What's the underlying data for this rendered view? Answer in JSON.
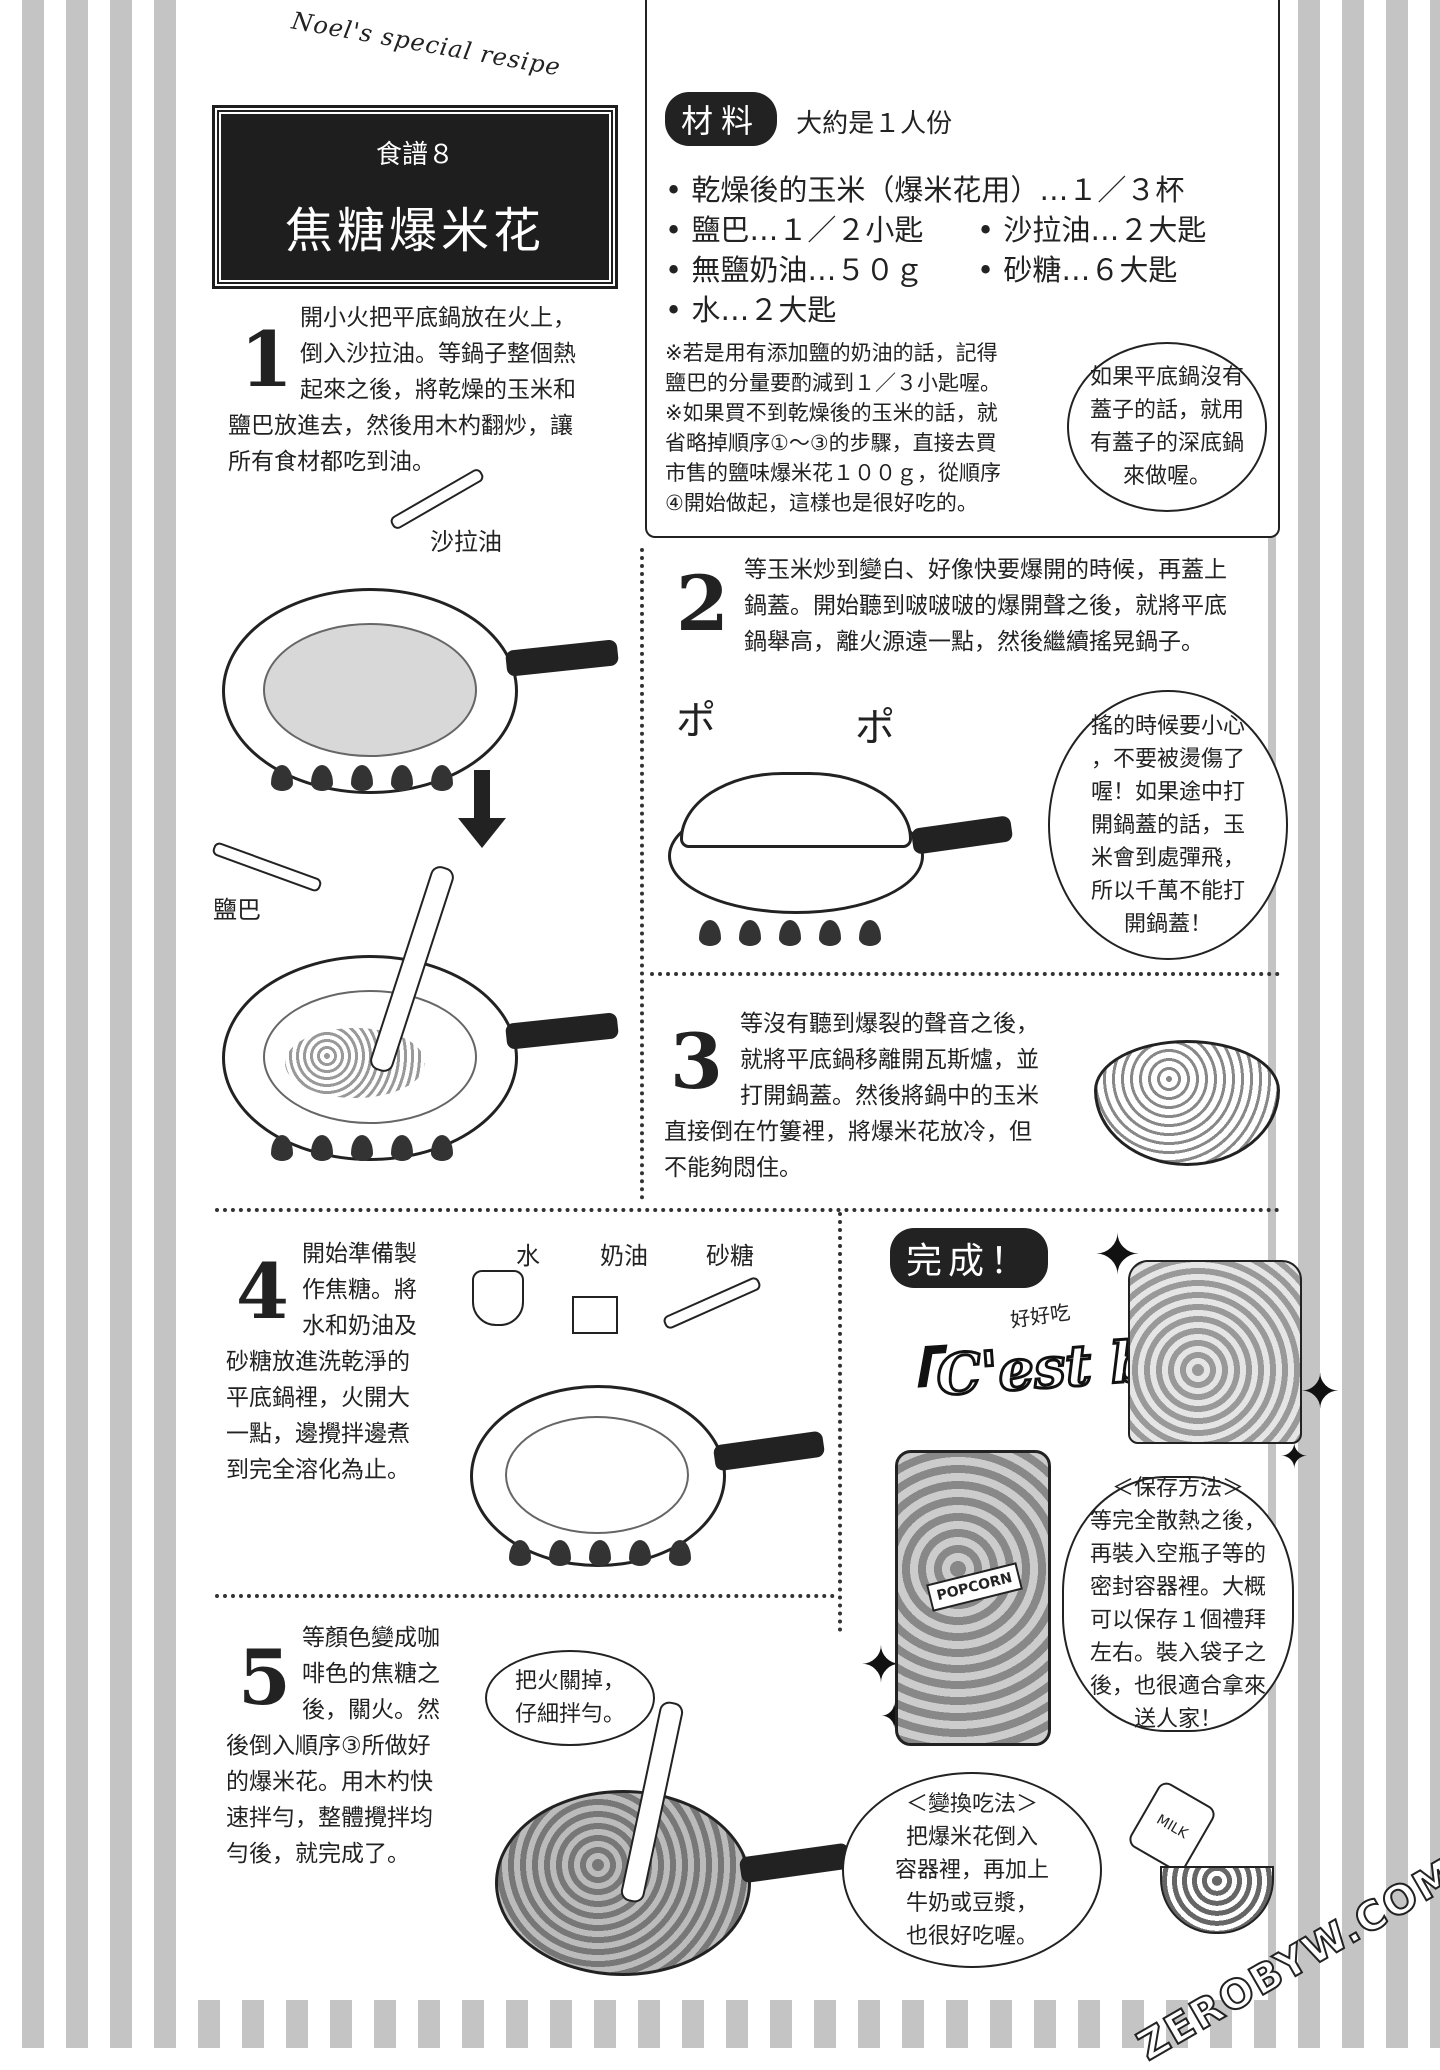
{
  "header": {
    "ribbon": "Noel's special resipe",
    "recipe_no": "食譜８",
    "title": "焦糖爆米花"
  },
  "ingredients": {
    "badge": "材料",
    "servings": "大約是１人份",
    "lines": [
      "• 乾燥後的玉米（爆米花用）…１／３杯",
      "• 鹽巴…１／２小匙",
      "• 沙拉油…２大匙",
      "• 無鹽奶油…５０ｇ",
      "• 砂糖…６大匙",
      "• 水…２大匙"
    ],
    "notes": [
      "※若是用有添加鹽的奶油的話，記得",
      "鹽巴的分量要酌減到１／３小匙喔。",
      "※如果買不到乾燥後的玉米的話，就",
      "省略掉順序①～③的步驟，直接去買",
      "市售的鹽味爆米花１００ｇ，從順序",
      "④開始做起，這樣也是很好吃的。"
    ],
    "bubble": [
      "如果平底鍋沒有",
      "蓋子的話，就用",
      "有蓋子的深底鍋",
      "來做喔。"
    ]
  },
  "steps": [
    {
      "num": "1",
      "lines": [
        "開小火把平底鍋放在火上，",
        "倒入沙拉油。等鍋子整個熱",
        "起來之後，將乾燥的玉米和",
        "鹽巴放進去，然後用木杓翻炒，讓",
        "所有食材都吃到油。"
      ]
    },
    {
      "num": "2",
      "lines": [
        "等玉米炒到變白、好像快要爆開的時候，再蓋上",
        "鍋蓋。開始聽到啵啵啵的爆開聲之後，就將平底",
        "鍋舉高，離火源遠一點，然後繼續搖晃鍋子。"
      ]
    },
    {
      "num": "3",
      "lines": [
        "等沒有聽到爆裂的聲音之後，",
        "就將平底鍋移離開瓦斯爐，並",
        "打開鍋蓋。然後將鍋中的玉米",
        "直接倒在竹簍裡，將爆米花放冷，但",
        "不能夠悶住。"
      ]
    },
    {
      "num": "4",
      "lines": [
        "開始準備製",
        "作焦糖。將",
        "水和奶油及",
        "砂糖放進洗乾淨的",
        "平底鍋裡，火開大",
        "一點，邊攪拌邊煮",
        "到完全溶化為止。"
      ]
    },
    {
      "num": "5",
      "lines": [
        "等顏色變成咖",
        "啡色的焦糖之",
        "後，關火。然",
        "後倒入順序③所做好",
        "的爆米花。用木杓快",
        "速拌勻，整體攪拌均",
        "勻後，就完成了。"
      ]
    }
  ],
  "labels": {
    "oil": "沙拉油",
    "salt": "鹽巴",
    "water": "水",
    "butter": "奶油",
    "sugar": "砂糖",
    "pop": "ポ",
    "popcorn_label": "POPCORN",
    "milk_label": "MILK"
  },
  "bubble2": [
    "搖的時候要小心",
    "，不要被燙傷了",
    "喔！如果途中打",
    "開鍋蓋的話，玉",
    "米會到處彈飛，",
    "所以千萬不能打",
    "開鍋蓋！"
  ],
  "bubble5": [
    "把火關掉，",
    "仔細拌勻。"
  ],
  "finish": {
    "badge": "完成！",
    "small": "好好吃",
    "big": "「C'est bon!」"
  },
  "storage": [
    "＜保存方法＞",
    "等完全散熱之後，",
    "再裝入空瓶子等的",
    "密封容器裡。大概",
    "可以保存１個禮拜",
    "左右。裝入袋子之",
    "後，也很適合拿來",
    "送人家！"
  ],
  "variation": [
    "＜變換吃法＞",
    "把爆米花倒入",
    "容器裡，再加上",
    "牛奶或豆漿，",
    "也很好吃喔。"
  ],
  "watermark": "ZEROBYW.COM"
}
